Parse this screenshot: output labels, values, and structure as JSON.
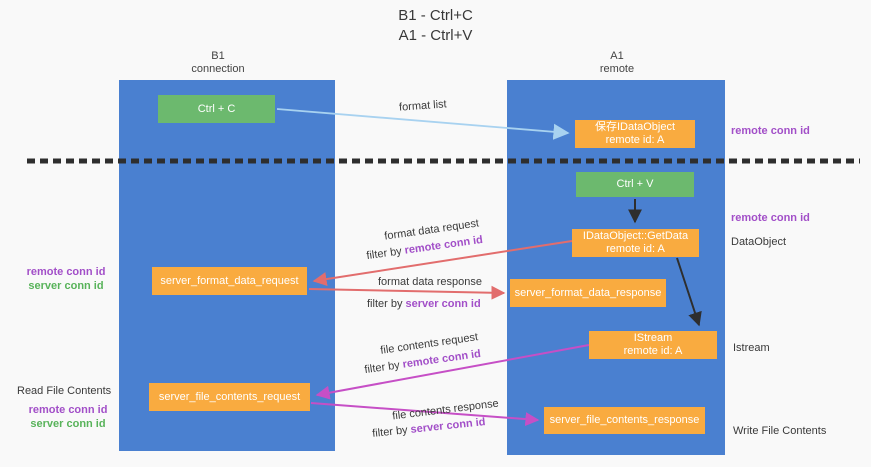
{
  "title": {
    "line1": "B1 - Ctrl+C",
    "line2": "A1 - Ctrl+V"
  },
  "columns": {
    "left": {
      "header_line1": "B1",
      "header_line2": "connection"
    },
    "right": {
      "header_line1": "A1",
      "header_line2": "remote"
    }
  },
  "boxes": {
    "ctrl_c": {
      "label": "Ctrl + C"
    },
    "save_idataobject": {
      "line1": "保存IDataObject",
      "line2": "remote id: A"
    },
    "ctrl_v": {
      "label": "Ctrl + V"
    },
    "getdata": {
      "line1": "IDataObject::GetData",
      "line2": "remote id: A"
    },
    "format_request": {
      "label": "server_format_data_request"
    },
    "format_response": {
      "label": "server_format_data_response"
    },
    "istream": {
      "line1": "IStream",
      "line2": "remote id: A"
    },
    "file_request": {
      "label": "server_file_contents_request"
    },
    "file_response": {
      "label": "server_file_contents_response"
    }
  },
  "arrow_labels": {
    "format_list": "format list",
    "format_data_request": "format data request",
    "format_data_response": "format data response",
    "file_contents_request": "file contents request",
    "file_contents_response": "file contents response",
    "filter_by": "filter by ",
    "remote_conn_id": "remote conn id",
    "server_conn_id": "server conn id"
  },
  "side_labels": {
    "remote_conn_id": "remote conn id",
    "server_conn_id": "server conn id",
    "read_file_contents": "Read File Contents",
    "dataobject": "DataObject",
    "istream": "Istream",
    "write_file_contents": "Write File Contents"
  },
  "colors": {
    "column_blue": "#4a80d0",
    "box_green": "#6cb96e",
    "box_orange": "#f9ab40",
    "arrow_light_blue": "#a8d2f0",
    "arrow_salmon": "#e26d6d",
    "arrow_magenta": "#c64fc6",
    "arrow_black": "#2e2e2e",
    "text_purple": "#a24fc8",
    "text_green": "#58b35a",
    "background": "#f9f9f9"
  }
}
